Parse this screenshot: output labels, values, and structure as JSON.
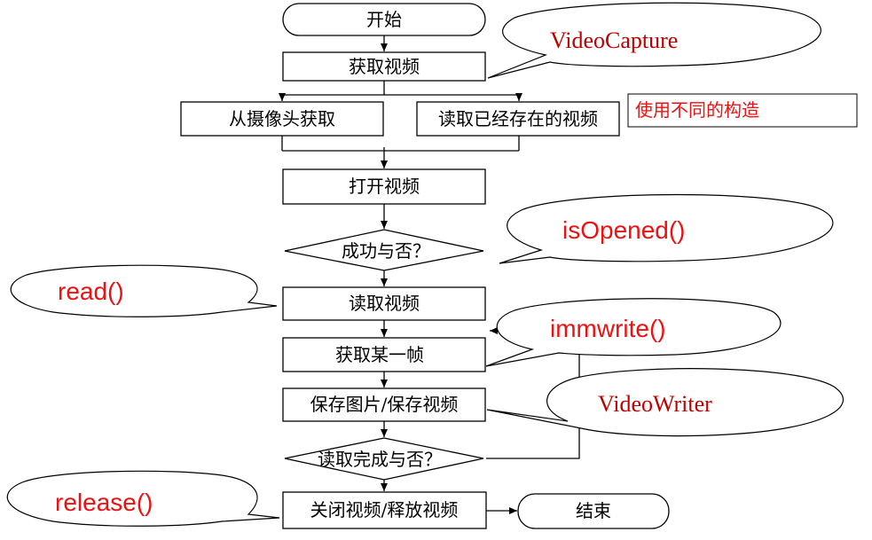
{
  "nodes": {
    "start": "开始",
    "get_video": "获取视频",
    "from_camera": "从摄像头获取",
    "read_existing": "读取已经存在的视频",
    "open_video": "打开视频",
    "success_check": "成功与否？",
    "read_video": "读取视频",
    "get_frame": "获取某一帧",
    "save": "保存图片/保存视频",
    "read_done_check": "读取完成与否？",
    "close_release": "关闭视频/释放视频",
    "end": "结束"
  },
  "callouts": {
    "video_capture": "VideoCapture",
    "is_opened": "isOpened()",
    "read": "read()",
    "immwrite": "immwrite()",
    "video_writer": "VideoWriter",
    "release": "release()"
  },
  "note": "使用不同的构造",
  "colors": {
    "callout_red": "#c00000",
    "bright_red": "#ee1111",
    "line": "#000000"
  }
}
